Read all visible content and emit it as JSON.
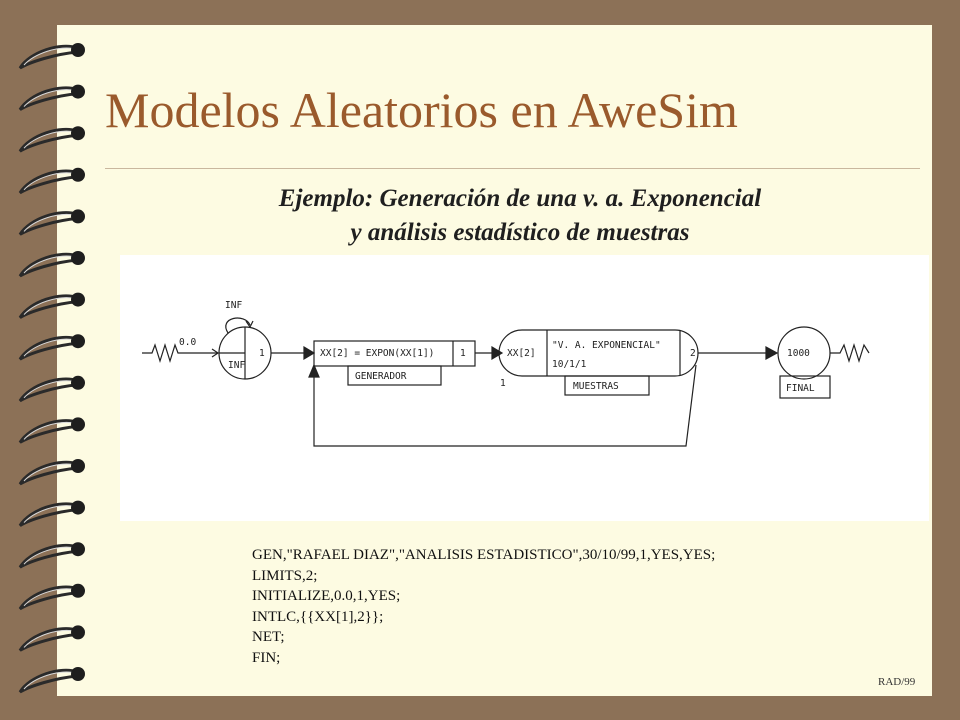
{
  "slide": {
    "title": "Modelos Aleatorios en AweSim",
    "subtitle_line1": "Ejemplo: Generación de una v. a. Exponencial",
    "subtitle_line2": "y análisis estadístico de muestras",
    "footer": "RAD/99"
  },
  "diagram": {
    "create_time": "0.0",
    "create_top": "INF",
    "create_bottom": "INF",
    "create_m": "1",
    "assign_text": "XX[2] = EXPON(XX[1])",
    "assign_m": "1",
    "assign_label": "GENERADOR",
    "collect_var": "XX[2]",
    "collect_title": "\"V. A. EXPONENCIAL\"",
    "collect_spec": "10/1/1",
    "collect_m": "2",
    "collect_label": "MUESTRAS",
    "collect_num": "1",
    "terminate_count": "1000",
    "terminate_label": "FINAL"
  },
  "code": {
    "lines": [
      "GEN,\"RAFAEL DIAZ\",\"ANALISIS ESTADISTICO\",30/10/99,1,YES,YES;",
      "LIMITS,2;",
      "INITIALIZE,0.0,1,YES;",
      "INTLC,{{XX[1],2}};",
      "NET;",
      "FIN;"
    ]
  }
}
